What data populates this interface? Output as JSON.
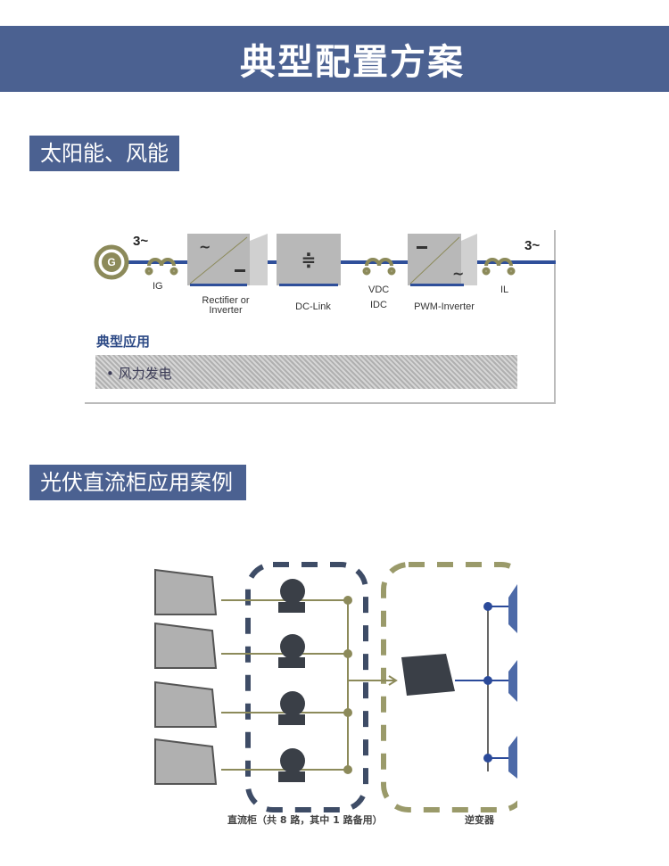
{
  "header": {
    "title": "典型配置方案"
  },
  "section1": {
    "title": "太阳能、风能",
    "diagram": {
      "generator_symbol": "G",
      "input_phase": "3~",
      "output_phase": "3~",
      "labels": {
        "ig": "IG",
        "rectifier_1": "Rectifier or",
        "rectifier_2": "Inverter",
        "dclink": "DC-Link",
        "vdc": "VDC",
        "idc": "IDC",
        "pwm": "PWM-Inverter",
        "il": "IL"
      },
      "colors": {
        "line": "#2f4f9a",
        "coil": "#8c8a5a",
        "block": "#b8b8b8"
      }
    },
    "applications": {
      "title": "典型应用",
      "items": [
        "• 风力发电"
      ]
    }
  },
  "section2": {
    "title": "光伏直流柜应用案例",
    "captions": {
      "dc_cabinet": "直流柜（共 8 路，其中 1 路备用）",
      "inverter": "逆变器"
    },
    "colors": {
      "dashed_left": "#3e4c66",
      "dashed_right": "#9a9a6a",
      "bus": "#2b4a9a"
    }
  }
}
